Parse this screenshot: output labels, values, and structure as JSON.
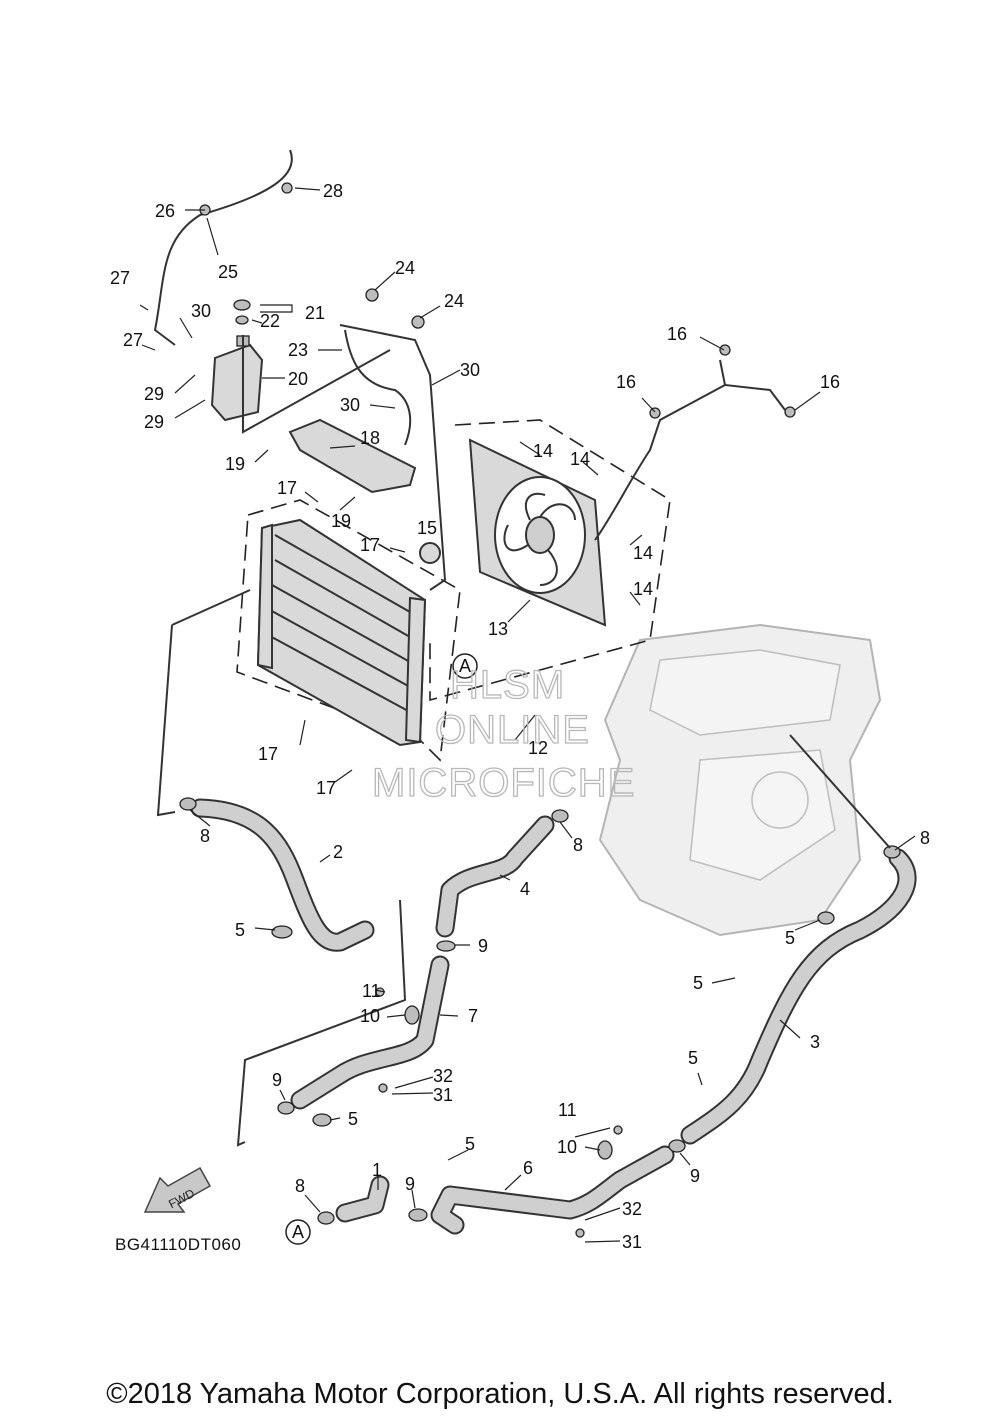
{
  "diagram": {
    "callouts": [
      "1",
      "2",
      "3",
      "4",
      "5",
      "6",
      "7",
      "8",
      "9",
      "10",
      "11",
      "12",
      "13",
      "14",
      "15",
      "16",
      "17",
      "18",
      "19",
      "20",
      "21",
      "22",
      "23",
      "24",
      "25",
      "26",
      "27",
      "28",
      "29",
      "30",
      "31",
      "32"
    ],
    "reference_mark": "A",
    "direction_label": "FWD",
    "drawing_code": "BG41110DT060",
    "watermark": [
      "HLSM",
      "ONLINE",
      "MICROFICHE"
    ]
  },
  "copyright": "©2018 Yamaha Motor Corporation, U.S.A. All rights reserved."
}
